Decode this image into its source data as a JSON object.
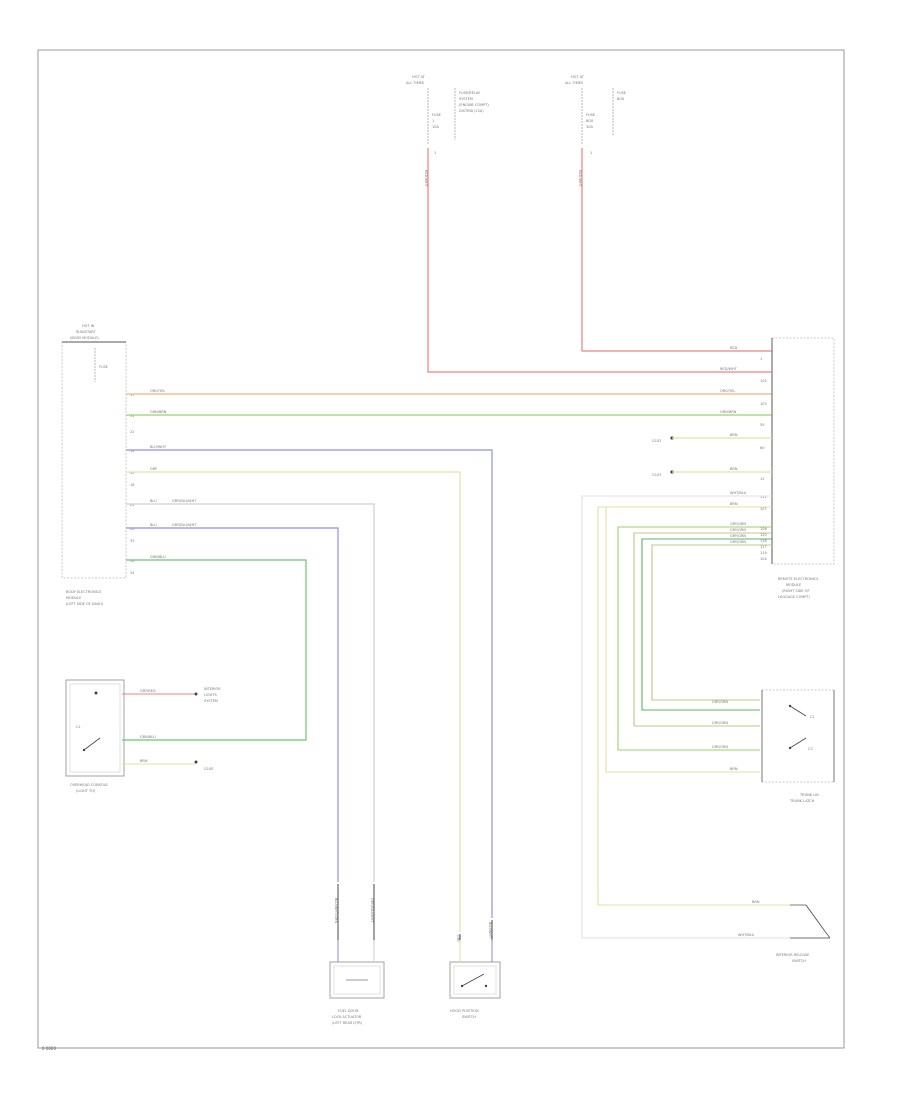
{
  "footer": {
    "code": "0 0000"
  },
  "colors": {
    "red": "#f08080",
    "orange": "#f7b47a",
    "green": "#98d36a",
    "darkgreen": "#5fb35f",
    "blue": "#8f8ff0",
    "yellow": "#e7e0a4",
    "white": "#d9d9d9",
    "olive": "#c4c48a",
    "frame": "#999999",
    "component": "#bbbbbb"
  },
  "top_feeds": [
    {
      "line1": "HOT AT",
      "line2": "ALL TIMES",
      "desc": [
        "FUSE/RELAY",
        "SYSTEM",
        "(ENGINE COMPT)",
        "DISTRIB (10A)"
      ],
      "fuse": [
        "FUSE",
        "1",
        "10A"
      ],
      "pin": "1",
      "wire": "RED/WHT"
    },
    {
      "line1": "HOT AT",
      "line2": "ALL TIMES",
      "desc": [
        "FUSE",
        "BOX"
      ],
      "fuse": [
        "FUSE",
        "BOX",
        "30A"
      ],
      "pin": "1",
      "wire": "RED/WHT"
    }
  ],
  "left_module": {
    "header": [
      "HOT IN",
      "RUN/START",
      "(BODY MODULE)"
    ],
    "fuse_label": "FUSE",
    "caption": [
      "BODY ELECTRONICS",
      "MODULE",
      "(LEFT SIDE OF DASH)"
    ],
    "pins": [
      {
        "pin": "17",
        "wire": "ORG/YEL"
      },
      {
        "pin": "31",
        "wire": "GRN/BRN"
      },
      {
        "pin": "",
        "wire": ""
      },
      {
        "pin": "14",
        "wire": "BLU/WHT"
      },
      {
        "pin": "32",
        "wire": "GRY"
      },
      {
        "pin": "",
        "wire": ""
      },
      {
        "pin": "21",
        "wire": "BLU",
        "extra": "GRY/BLU/WHT"
      },
      {
        "pin": "20",
        "wire": "BLU",
        "extra": "GRY/BLU/WHT"
      },
      {
        "pin": "",
        "wire": ""
      },
      {
        "pin": "10",
        "wire": "GRN/BLU"
      },
      {
        "pin": "",
        "wire": ""
      }
    ],
    "pin_nums": [
      "17",
      "31",
      "22",
      "14",
      "32",
      "18",
      "21",
      "20",
      "33",
      "10",
      "34"
    ]
  },
  "right_module": {
    "caption": [
      "REMOTE ELECTRONICS",
      "MODULE",
      "(RIGHT SIDE OF",
      "LUGGAGE COMPT)"
    ],
    "pins": [
      {
        "pin": "1",
        "wire": "RED"
      },
      {
        "pin": "",
        "wire": "RED/WHT"
      },
      {
        "pin": "",
        "wire": "ORG/YEL"
      },
      {
        "pin": "",
        "wire": "GRN/BRN"
      },
      {
        "pin": "",
        "wire": "BRN"
      },
      {
        "pin": "",
        "wire": "BRN"
      }
    ],
    "right_nums": [
      "1",
      "102",
      "103",
      "55",
      "60",
      "12",
      "112",
      "107",
      "106",
      "120",
      "118",
      "117",
      "119",
      "104"
    ],
    "lower_wires": [
      "WHT/BLU",
      "BRN",
      "GRY/GRN",
      "GRY/GRN",
      "GRY/GRN",
      "GRY/GRN"
    ],
    "grounds": [
      {
        "label": "G102",
        "wire": "BRN"
      },
      {
        "label": "G103",
        "wire": "BRN"
      }
    ]
  },
  "overhead_console": {
    "caption": [
      "OVERHEAD CONSOLE",
      "(LIGHT TH)"
    ],
    "right_labels": [
      "INTERIOR",
      "LIGHTS",
      "SYSTEM"
    ],
    "wires": [
      "GRY/RED",
      "GRN/BLU",
      "BRN"
    ],
    "ground": "G100",
    "switch_text": "C1"
  },
  "fuel_door": {
    "caption": [
      "FUEL DOOR",
      "LOCK ACTUATOR",
      "(LEFT REAR QTR)"
    ],
    "wire_labels": [
      "BLU/WHT/GRN",
      "GRY/BLU/WHT"
    ]
  },
  "hood_switch": {
    "caption": [
      "HOOD POSITION",
      "SWITCH"
    ],
    "wire_labels": [
      "GRY",
      "BLU/WHT"
    ]
  },
  "trunk_lid": {
    "caption": [
      "TRUNK LID",
      "TRUNK LATCH"
    ],
    "wires": [
      "GRY/GRN",
      "GRY/GRN",
      "GRY/GRN",
      "BRN"
    ],
    "text": [
      "C1",
      "C2"
    ]
  },
  "interior_release": {
    "caption": [
      "INTERIOR RELEASE",
      "SWITCH"
    ],
    "wires": [
      "BRN",
      "WHT/BLU"
    ]
  }
}
